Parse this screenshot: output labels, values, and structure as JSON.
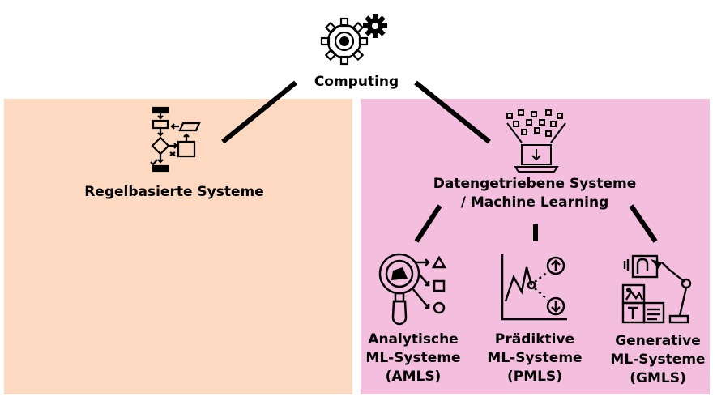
{
  "root": {
    "label": "Computing",
    "icon": "gears-icon"
  },
  "left": {
    "label": "Regelbasierte Systeme",
    "icon": "flowchart-icon",
    "color": "#fcd9c0"
  },
  "right": {
    "label_line1": "Datengetriebene Systeme",
    "label_line2": "/ Machine Learning",
    "icon": "data-funnel-laptop-icon",
    "color": "#f4bedf"
  },
  "children": [
    {
      "line1": "Analytische",
      "line2": "ML-Systeme",
      "line3": "(AMLS)",
      "icon": "magnifier-shapes-icon"
    },
    {
      "line1": "Prädiktive",
      "line2": "ML-Systeme",
      "line3": "(PMLS)",
      "icon": "trend-prediction-icon"
    },
    {
      "line1": "Generative",
      "line2": "ML-Systeme",
      "line3": "(GMLS)",
      "icon": "robot-arm-generate-icon"
    }
  ]
}
